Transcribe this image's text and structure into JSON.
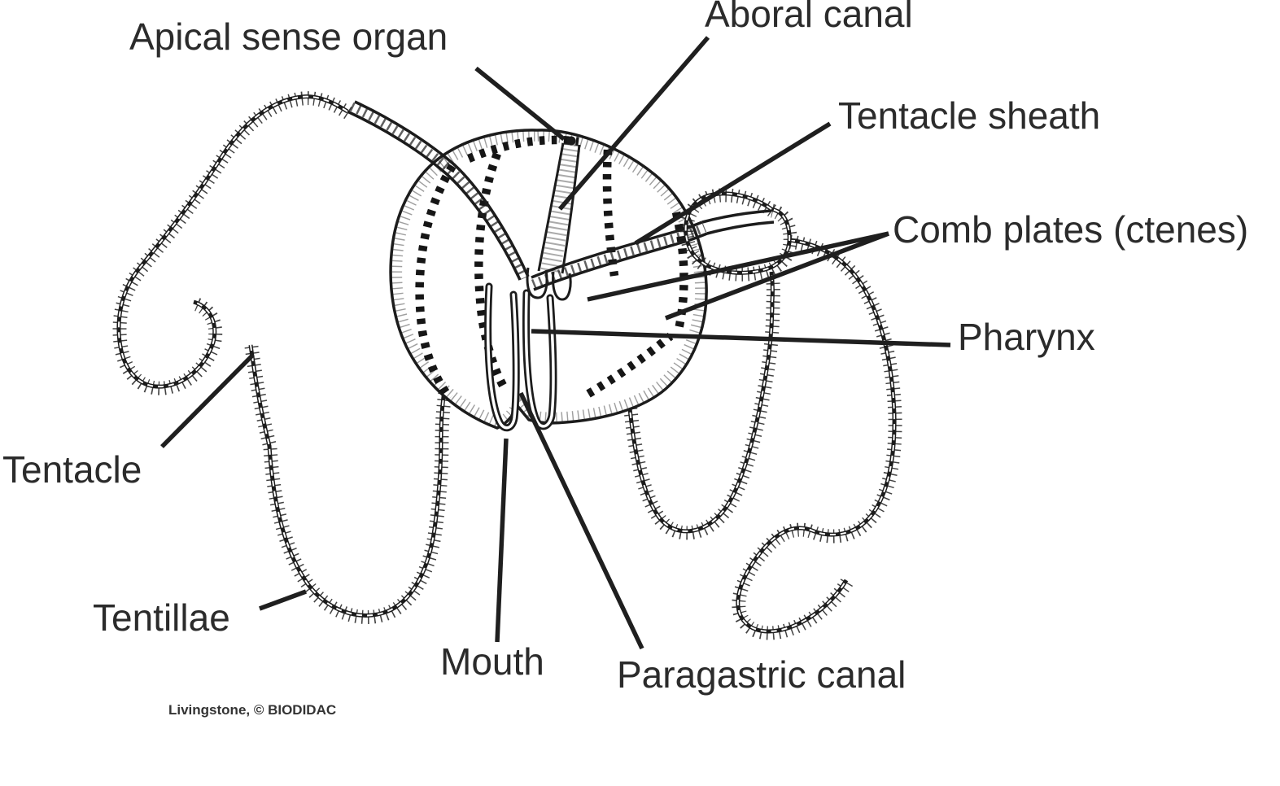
{
  "diagram": {
    "labels": [
      {
        "name": "apical-sense-organ",
        "text": "Apical sense organ"
      },
      {
        "name": "aboral-canal",
        "text": "Aboral canal"
      },
      {
        "name": "tentacle-sheath",
        "text": "Tentacle sheath"
      },
      {
        "name": "comb-plates",
        "text": "Comb plates (ctenes)"
      },
      {
        "name": "pharynx",
        "text": "Pharynx"
      },
      {
        "name": "tentacle",
        "text": "Tentacle"
      },
      {
        "name": "tentillae",
        "text": "Tentillae"
      },
      {
        "name": "mouth",
        "text": "Mouth"
      },
      {
        "name": "paragastric-canal",
        "text": "Paragastric canal"
      }
    ],
    "credit": "Livingstone, © BIODIDAC",
    "colors": {
      "background": "#ffffff",
      "ink": "#1c1c1c",
      "text": "#2b2b2b"
    }
  }
}
